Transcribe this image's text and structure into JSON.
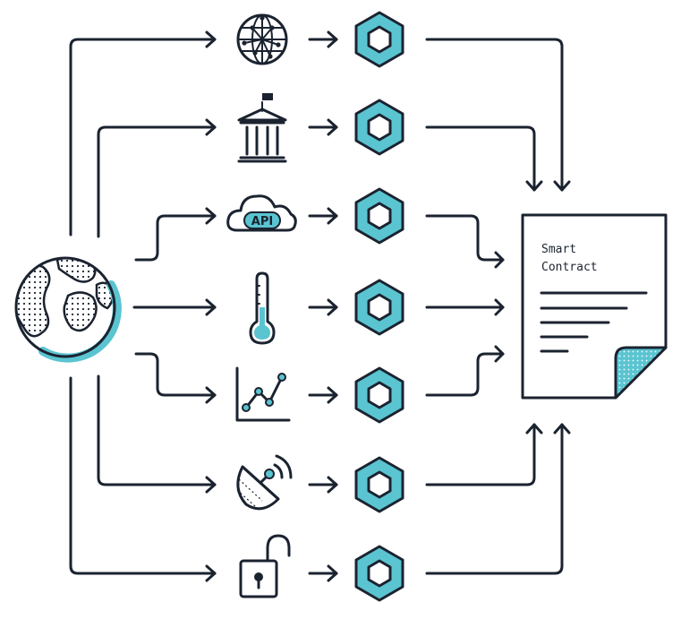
{
  "colors": {
    "ink": "#1b2330",
    "accent": "#5bc4d1",
    "paper": "#ffffff"
  },
  "sources": [
    {
      "icon": "globe-network-icon"
    },
    {
      "icon": "bank-building-icon"
    },
    {
      "icon": "api-cloud-icon",
      "label": "API"
    },
    {
      "icon": "thermometer-icon"
    },
    {
      "icon": "line-chart-icon"
    },
    {
      "icon": "satellite-dish-icon"
    },
    {
      "icon": "unlocked-padlock-icon"
    }
  ],
  "oracle_icon": "hexagon-node-icon",
  "hub_icon": "earth-globe-icon",
  "contract": {
    "icon": "smart-contract-document-icon",
    "title_line1": "Smart",
    "title_line2": "Contract"
  }
}
